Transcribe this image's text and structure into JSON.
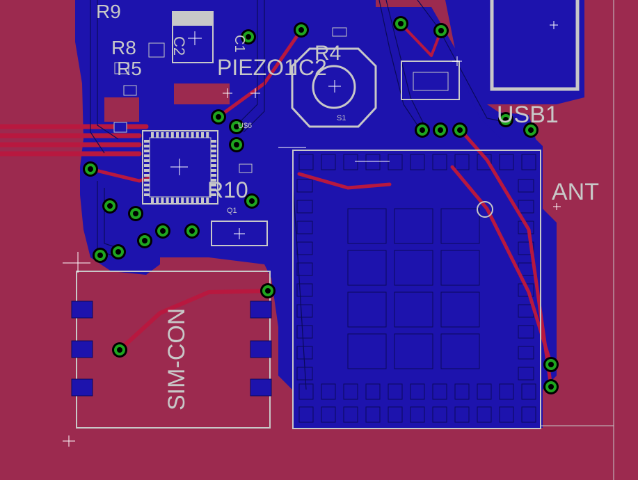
{
  "colors": {
    "board": "#9c2a4f",
    "bottom_copper": "#1d13ad",
    "top_copper": "#b8183f",
    "silkscreen": "#c8c8c8",
    "via": "#1fa51f"
  },
  "labels": {
    "r9": "R9",
    "r8": "R8",
    "r5": "R5",
    "c1": "C1",
    "c2": "C2",
    "piezo": "PIEZO1",
    "ic2": "IC2",
    "r4": "R4",
    "s1": "S1",
    "usb1": "USB1",
    "us6": "U$6",
    "r10": "R10",
    "q1": "Q1",
    "ant": "ANT",
    "sim": "SIM-CON"
  }
}
